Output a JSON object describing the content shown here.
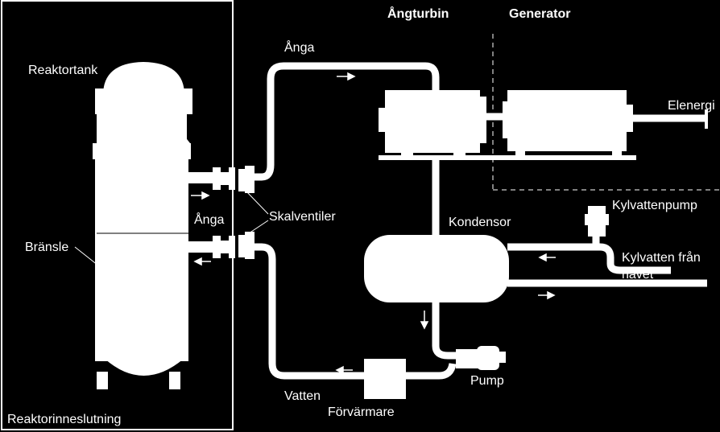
{
  "labels": {
    "reaktortank": "Reaktortank",
    "anga_top": "Ånga",
    "angturbin": "Ångturbin",
    "generator": "Generator",
    "elenergi": "Elenergi",
    "anga_left": "Ånga",
    "skalventiler": "Skalventiler",
    "bransle": "Bränsle",
    "kondensor": "Kondensor",
    "kylvattenpump": "Kylvattenpump",
    "kylvatten_line1": "Kylvatten från",
    "kylvatten_line2": "havet",
    "pump": "Pump",
    "vatten": "Vatten",
    "forvarmare": "Förvärmare",
    "reaktorinneslutning": "Reaktorinneslutning"
  },
  "colors": {
    "background": "#000000",
    "foreground": "#ffffff"
  }
}
